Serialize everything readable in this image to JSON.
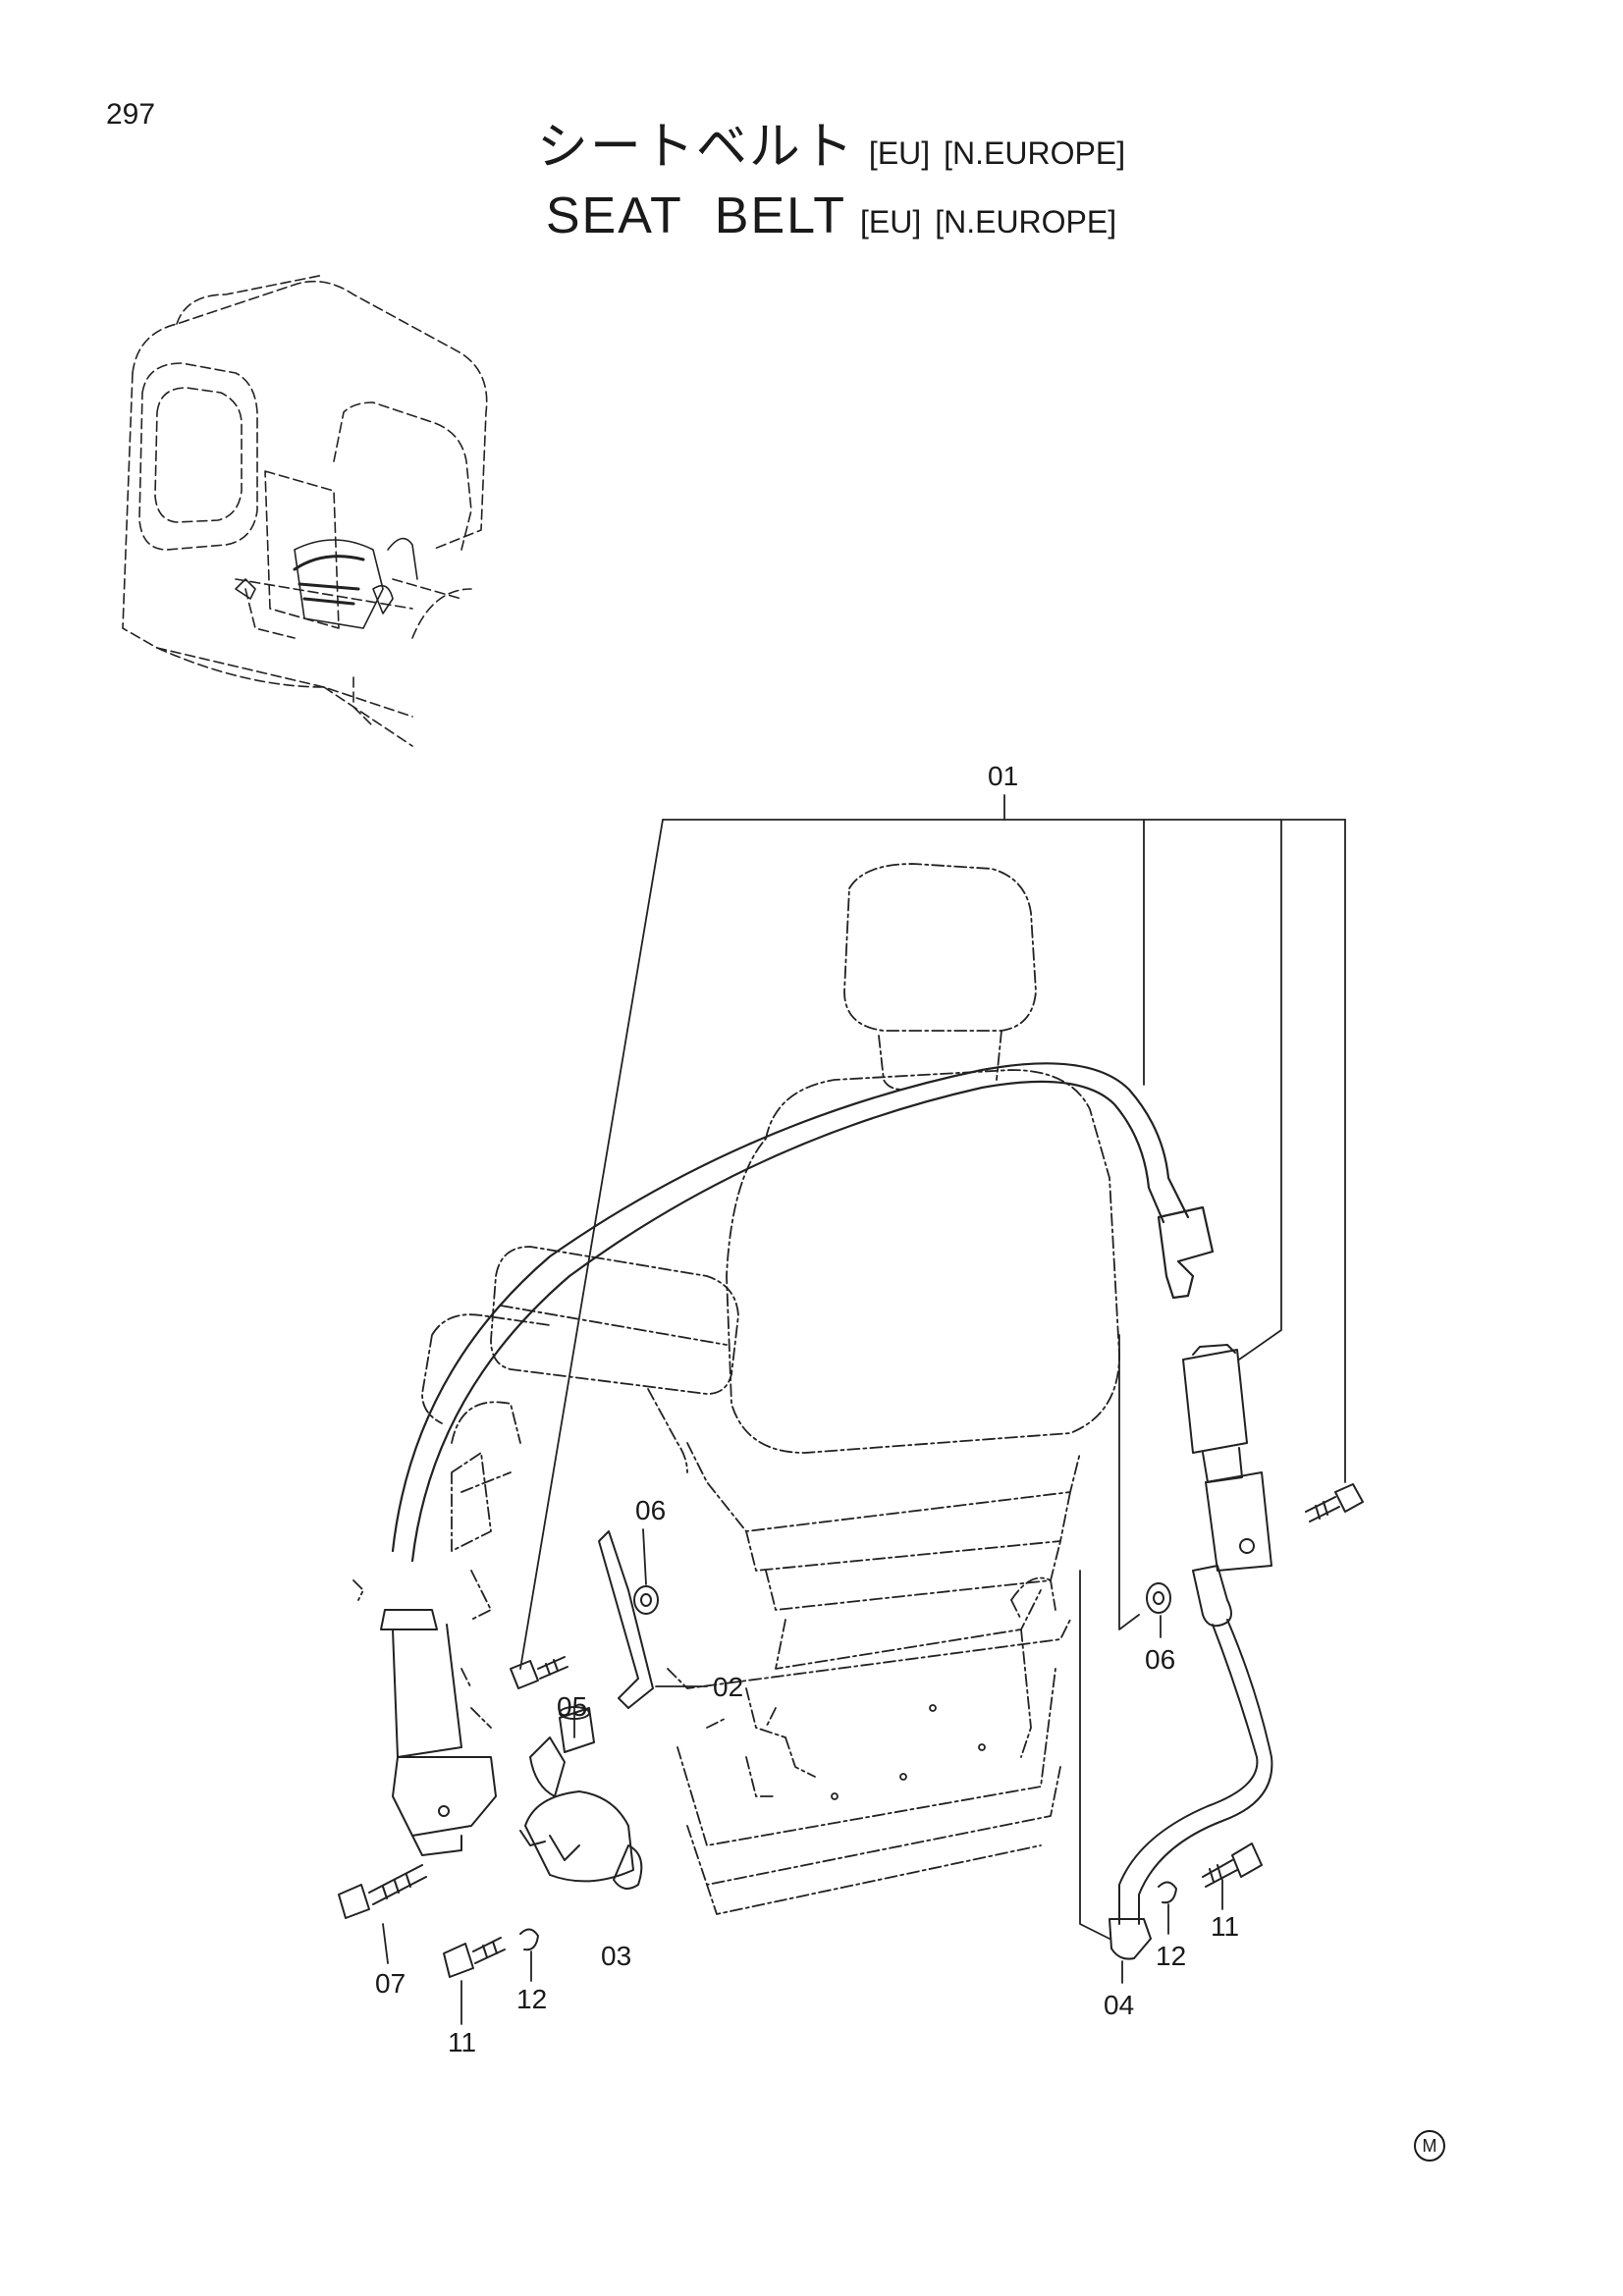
{
  "page_number": "297",
  "title": {
    "japanese": "シートベルト",
    "english": "SEAT  BELT",
    "tag_1": "[EU]",
    "tag_2": "[N.EUROPE]"
  },
  "callouts": {
    "c01": "01",
    "c02": "02",
    "c03": "03",
    "c04": "04",
    "c05": "05",
    "c06_left": "06",
    "c06_right": "06",
    "c07": "07",
    "c11_left": "11",
    "c11_right": "11",
    "c12_left": "12",
    "c12_right": "12"
  },
  "corner_mark": "M"
}
